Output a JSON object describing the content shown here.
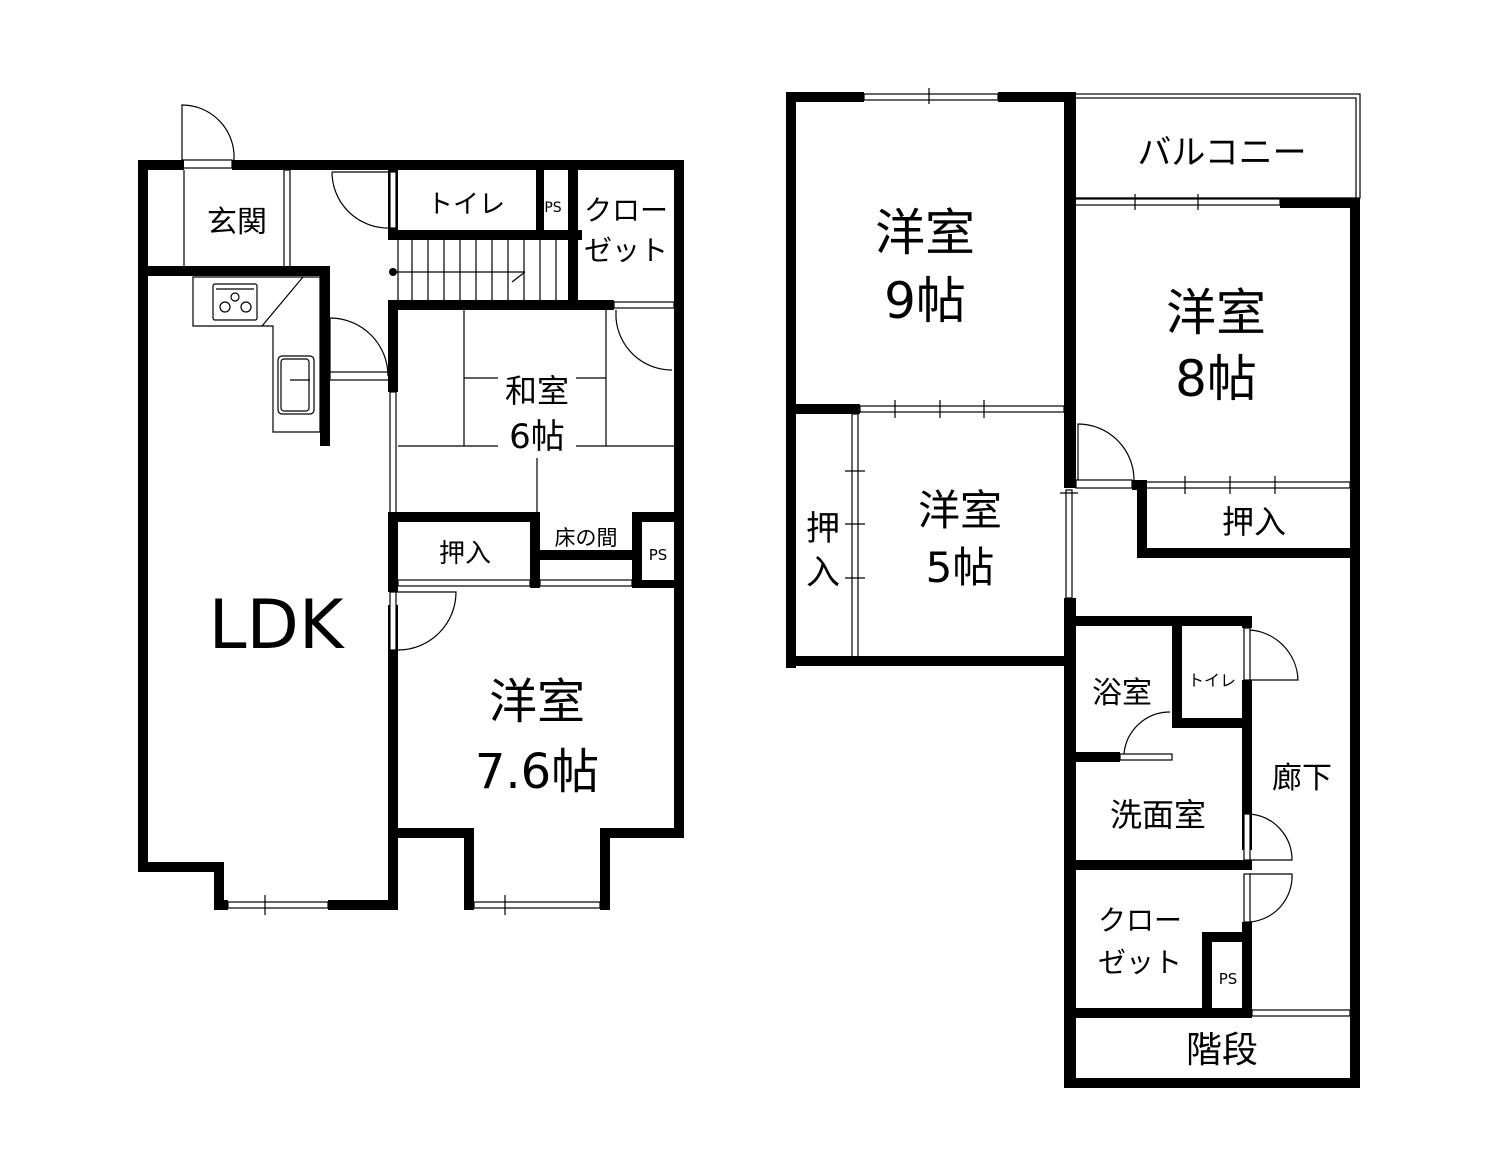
{
  "floor1": {
    "rooms": {
      "genkan": "玄関",
      "toilet": "トイレ",
      "ps_a": "PS",
      "closet_l1": "クロー",
      "closet_l2": "ゼット",
      "washitsu_l1": "和室",
      "washitsu_l2": "6帖",
      "oshiire": "押入",
      "tokonoma": "床の間",
      "ps_b": "PS",
      "ldk": "LDK",
      "yoshitsu_l1": "洋室",
      "yoshitsu_l2": "7.6帖"
    }
  },
  "floor2": {
    "rooms": {
      "balcony": "バルコニー",
      "y9_l1": "洋室",
      "y9_l2": "9帖",
      "y8_l1": "洋室",
      "y8_l2": "8帖",
      "y5_l1": "洋室",
      "y5_l2": "5帖",
      "oshiire_v1": "押",
      "oshiire_v2": "入",
      "oshiire_h": "押入",
      "bath": "浴室",
      "toilet": "トイレ",
      "hallway": "廊下",
      "washroom": "洗面室",
      "closet_l1": "クロー",
      "closet_l2": "ゼット",
      "ps": "PS",
      "stairs": "階段"
    }
  }
}
